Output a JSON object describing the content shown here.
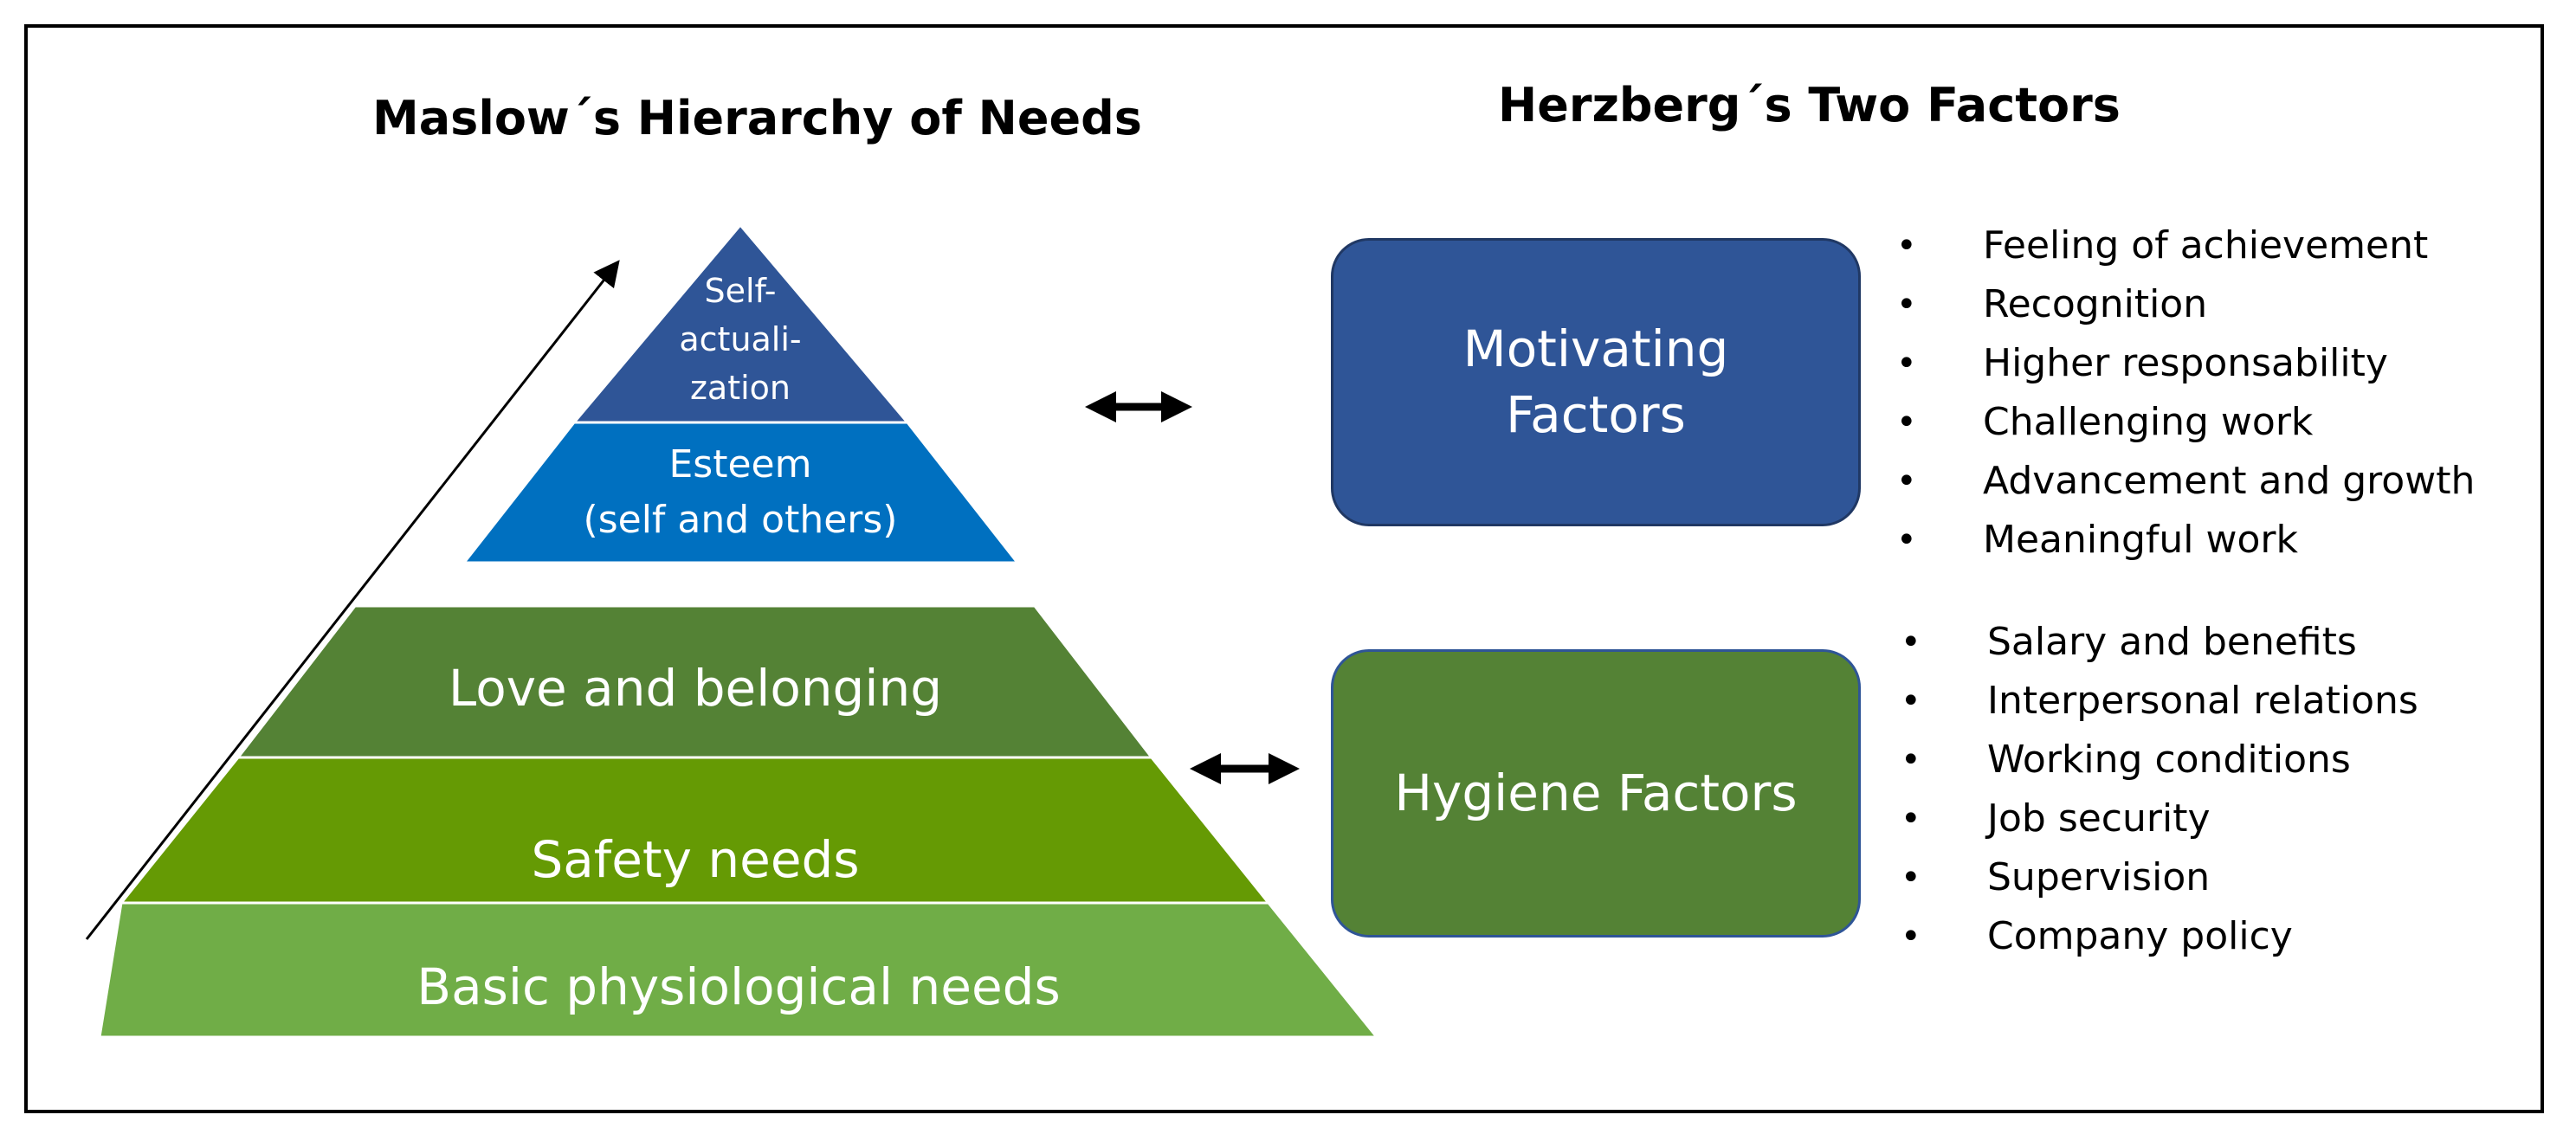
{
  "maslow": {
    "title": "Maslow´s Hierarchy of Needs",
    "levels": [
      {
        "label": "Self-\nactuali-\nzation",
        "color": "#2F5597"
      },
      {
        "label": "Esteem\n(self and others)",
        "color": "#0070C0"
      },
      {
        "label": "Love and belonging",
        "color": "#548235"
      },
      {
        "label": "Safety needs",
        "color": "#659A04"
      },
      {
        "label": "Basic physiological needs",
        "color": "#70AD47"
      }
    ]
  },
  "herzberg": {
    "title": "Herzberg´s Two Factors",
    "motivating": {
      "label": "Motivating\nFactors",
      "color": "#2F5597",
      "items": [
        "Feeling of achievement",
        "Recognition",
        "Higher responsability",
        "Challenging work",
        "Advancement and growth",
        "Meaningful work"
      ]
    },
    "hygiene": {
      "label": "Hygiene Factors",
      "color": "#548235",
      "items": [
        "Salary and benefits",
        "Interpersonal relations",
        "Working conditions",
        "Job security",
        "Supervision",
        "Company policy"
      ]
    }
  }
}
